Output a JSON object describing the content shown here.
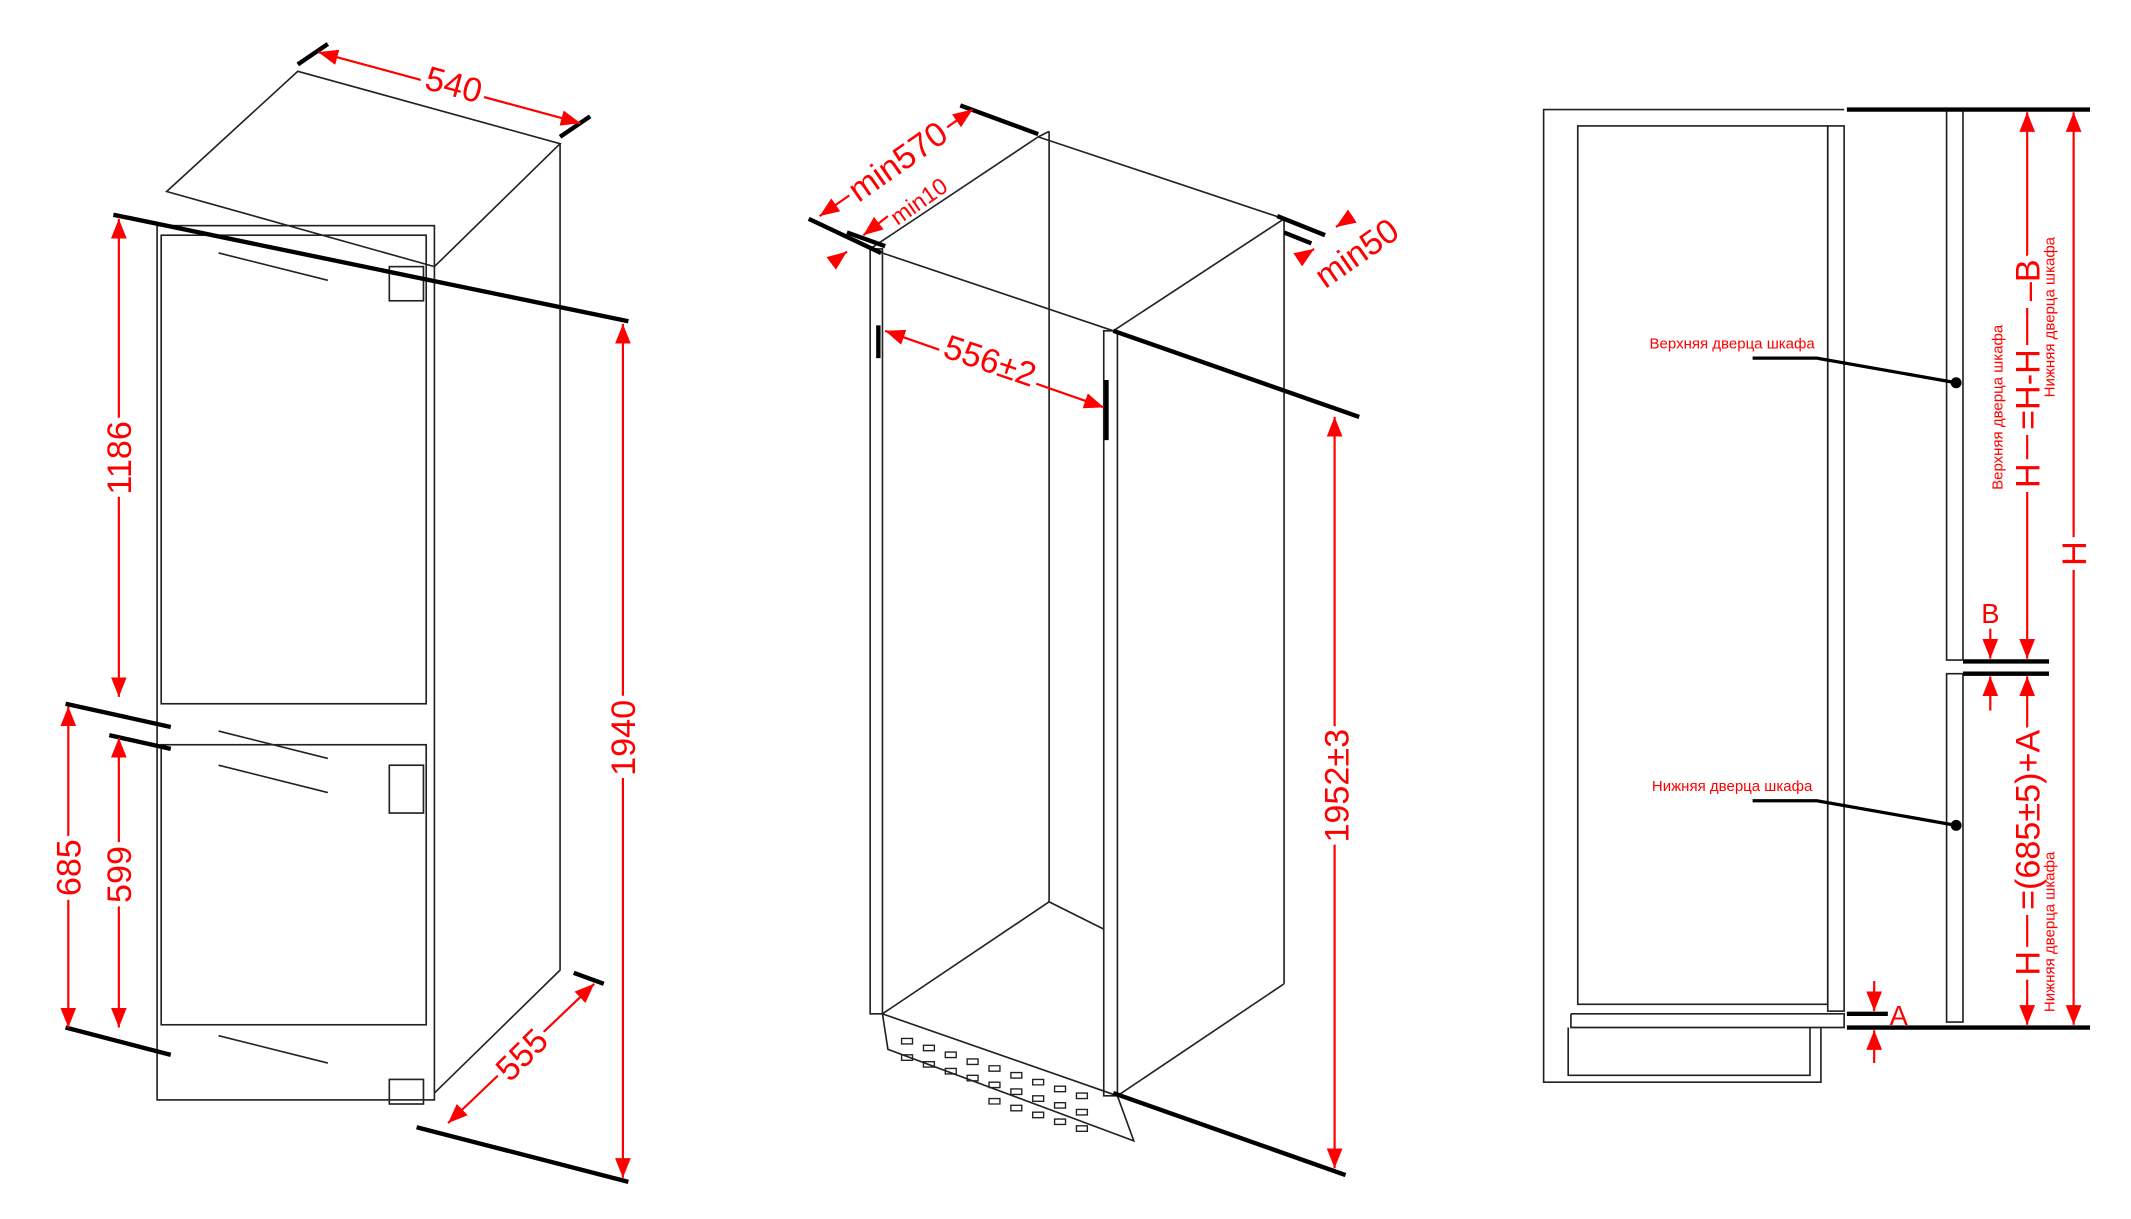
{
  "colors": {
    "dimension": "#ff0000",
    "outline": "#222222"
  },
  "fridge": {
    "width": "540",
    "upper_height": "1186",
    "bottom_to_divider": "685",
    "lower_door": "599",
    "total_height": "1940",
    "depth": "555"
  },
  "niche": {
    "depth": "min570",
    "front_gap": "min10",
    "top_gap": "min50",
    "width": "556±2",
    "height": "1952±3"
  },
  "side_view": {
    "upper_callout": "Верхняя дверца шкафа",
    "lower_callout": "Нижняя дверца шкафа",
    "upper_formula": {
      "h1": "H",
      "eq": "=H-H",
      "minus_b": "–B",
      "sub1": "Верхняя дверца шкафа",
      "sub2": "Нижняя дверца шкафа"
    },
    "total": "H",
    "gap_b": "B",
    "lower_formula": {
      "h": "H",
      "eq": "=(685±5)+A",
      "sub": "Нижняя дверца шкафа"
    },
    "gap_a": "A"
  }
}
